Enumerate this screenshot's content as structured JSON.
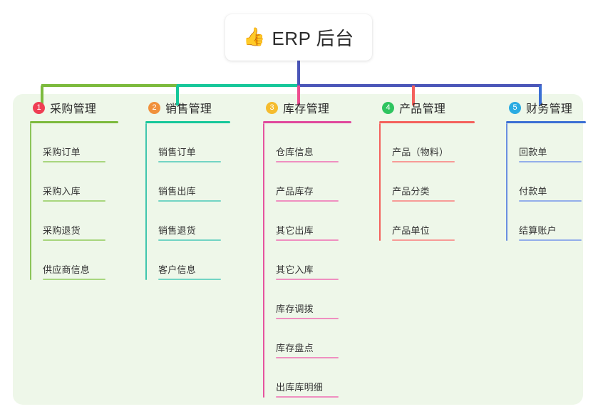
{
  "root": {
    "icon": "thumbs-up-icon",
    "emoji": "👍",
    "title": "ERP 后台"
  },
  "theme": {
    "panel_bg": "#eef7e9",
    "card_bg": "#ffffff",
    "text": "#2b2b2b",
    "trunk_color": "#4b56b8"
  },
  "connector": {
    "segments": [
      {
        "name": "bar-segment-green",
        "color": "#7cba3d"
      },
      {
        "name": "bar-segment-teal",
        "color": "#16c79a"
      },
      {
        "name": "bar-segment-blue",
        "color": "#4b56b8"
      }
    ]
  },
  "columns": [
    {
      "number": "1",
      "title": "采购管理",
      "badge_color": "#ef3e54",
      "rule_color": "#7cba3d",
      "spine_color": "#8cc45a",
      "item_rule_color": "#a8d67e",
      "drop_color": "#7cba3d",
      "items": [
        "采购订单",
        "采购入库",
        "采购退货",
        "供应商信息"
      ]
    },
    {
      "number": "2",
      "title": "销售管理",
      "badge_color": "#f0913c",
      "rule_color": "#16c79a",
      "spine_color": "#3fc6ad",
      "item_rule_color": "#72d4c4",
      "drop_color": "#16c79a",
      "items": [
        "销售订单",
        "销售出库",
        "销售退货",
        "客户信息"
      ]
    },
    {
      "number": "3",
      "title": "库存管理",
      "badge_color": "#f5bc2e",
      "rule_color": "#e0489c",
      "spine_color": "#e6539f",
      "item_rule_color": "#ef8fc0",
      "drop_color": "#ee4d90",
      "items": [
        "仓库信息",
        "产品库存",
        "其它出库",
        "其它入库",
        "库存调拨",
        "库存盘点",
        "出库库明细"
      ]
    },
    {
      "number": "4",
      "title": "产品管理",
      "badge_color": "#2ec45f",
      "rule_color": "#f4615c",
      "spine_color": "#f4615c",
      "item_rule_color": "#f79b97",
      "drop_color": "#f4615c",
      "items": [
        "产品（物料）",
        "产品分类",
        "产品单位"
      ]
    },
    {
      "number": "5",
      "title": "财务管理",
      "badge_color": "#2aabe2",
      "rule_color": "#3b6fd4",
      "spine_color": "#6a8fe0",
      "item_rule_color": "#93aeea",
      "drop_color": "#3b6fd4",
      "items": [
        "回款单",
        "付款单",
        "结算账户"
      ]
    }
  ]
}
